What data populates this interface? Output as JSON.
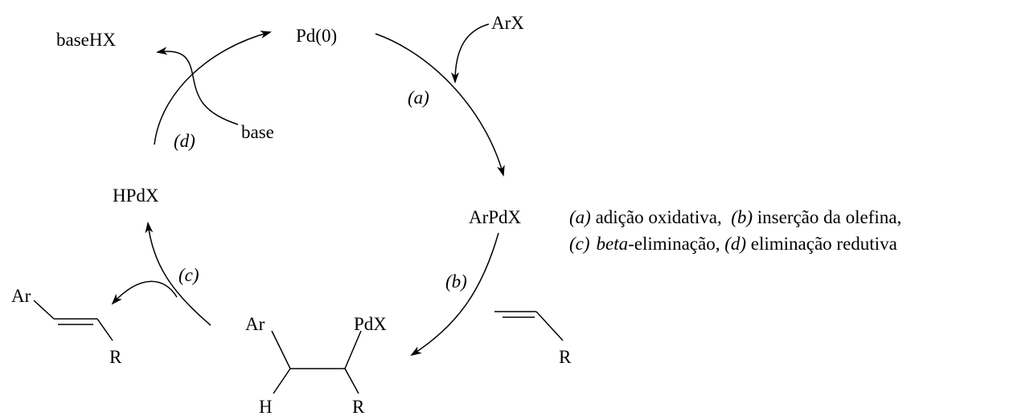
{
  "species": {
    "pd0": "Pd(0)",
    "arx": "ArX",
    "arpdx": "ArPdX",
    "hpdx": "HPdX",
    "baseHX": "baseHX",
    "base": "base"
  },
  "steps": {
    "a": "(a)",
    "b": "(b)",
    "c": "(c)",
    "d": "(d)"
  },
  "intermediate": {
    "ar": "Ar",
    "pdx": "PdX",
    "h": "H",
    "r": "R"
  },
  "product": {
    "ar": "Ar",
    "r": "R"
  },
  "olefin": {
    "r": "R"
  },
  "legend": {
    "line1_a": "(a)",
    "line1_a_text": " adição oxidativa,  ",
    "line1_b": "(b)",
    "line1_b_text": " inserção da olefina,",
    "line2_c": "(c)",
    "line2_beta": "beta",
    "line2_c_text": "-eliminação, ",
    "line2_d": "(d)",
    "line2_d_text": " eliminação redutiva"
  }
}
